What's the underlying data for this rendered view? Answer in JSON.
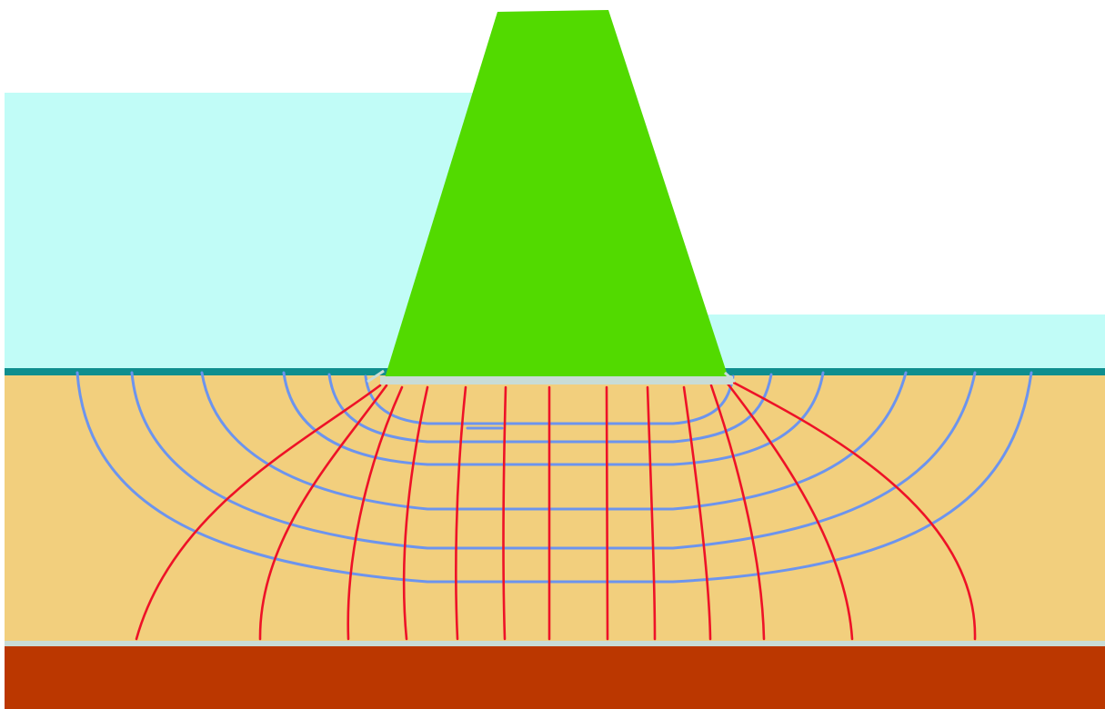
{
  "diagram": {
    "type": "flow-net-under-gravity-dam",
    "colors": {
      "background": "#ffffff",
      "headwater": "#c1fcf7",
      "tailwater": "#c1fcf7",
      "ground_surface": "#0f8e8e",
      "dam": "#52da00",
      "dam_base": "#c9dcd6",
      "soil": "#f2cf7d",
      "bottom_boundary": "#c9dcd6",
      "impervious_layer": "#bb3700",
      "equipotential_lines": "#6c94ee",
      "flow_lines": "#ee1227"
    },
    "flow_line_count": 12,
    "equipotential_line_count": 7
  }
}
